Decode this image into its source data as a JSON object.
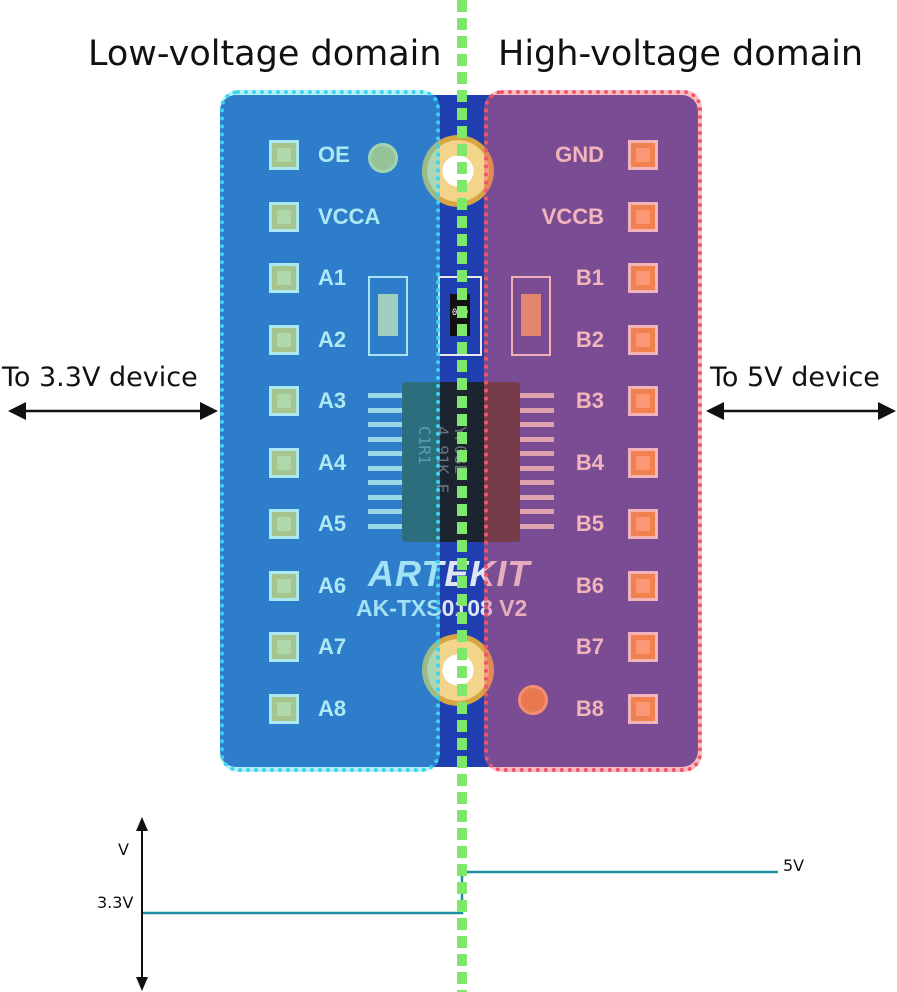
{
  "titles": {
    "low": "Low-voltage domain",
    "high": "High-voltage domain"
  },
  "side_labels": {
    "left": "To 3.3V device",
    "right": "To 5V device"
  },
  "board": {
    "brand": "ARTEKIT",
    "model": "AK-TXS0108 V2",
    "left_pins": [
      "OE",
      "VCCA",
      "A1",
      "A2",
      "A3",
      "A4",
      "A5",
      "A6",
      "A7",
      "A8"
    ],
    "right_pins": [
      "GND",
      "VCCB",
      "B1",
      "B2",
      "B3",
      "B4",
      "B5",
      "B6",
      "B7",
      "B8"
    ],
    "chip_marking": [
      "YF08E",
      "4 91K E",
      "C1R1"
    ],
    "resistor_marking": "010"
  },
  "graph": {
    "axis_label": "V",
    "low_level": "3.3V",
    "high_level": "5V"
  },
  "colors": {
    "low_domain": "#3dd3ee",
    "high_domain": "#f0566a",
    "divider": "#7ee86a",
    "pcb": "#1f3fb0",
    "signal": "#1f8fa0"
  }
}
